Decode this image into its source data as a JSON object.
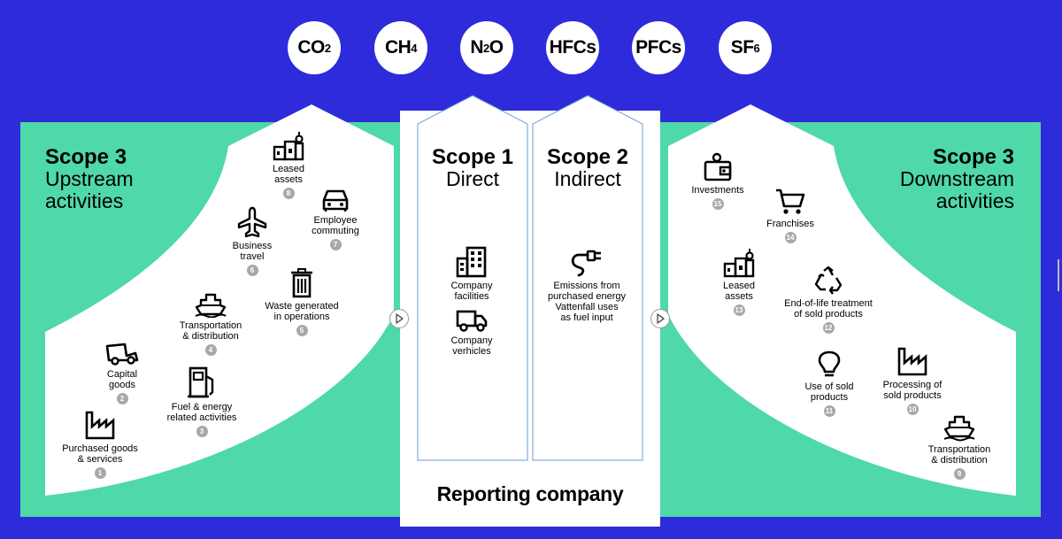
{
  "gases": [
    {
      "base": "CO",
      "sub": "2"
    },
    {
      "base": "CH",
      "sub": "4"
    },
    {
      "base": "N",
      "sub": "2",
      "rest": "O"
    },
    {
      "base": "HFCs",
      "sub": ""
    },
    {
      "base": "PFCs",
      "sub": ""
    },
    {
      "base": "SF",
      "sub": "6"
    }
  ],
  "scopes": {
    "upstream": {
      "title": "Scope 3",
      "line1": "Upstream",
      "line2": "activities"
    },
    "scope1": {
      "title": "Scope 1",
      "sub": "Direct"
    },
    "scope2": {
      "title": "Scope 2",
      "sub": "Indirect"
    },
    "downstream": {
      "title": "Scope 3",
      "line1": "Downstream",
      "line2": "activities"
    }
  },
  "upstream_items": [
    {
      "label1": "Purchased goods",
      "label2": "& services",
      "num": "1",
      "icon": "factory-icon"
    },
    {
      "label1": "Capital",
      "label2": "goods",
      "num": "2",
      "icon": "truck-icon"
    },
    {
      "label1": "Fuel & energy",
      "label2": "related activities",
      "num": "3",
      "icon": "fuel-pump-icon"
    },
    {
      "label1": "Transportation",
      "label2": "& distribution",
      "num": "4",
      "icon": "ship-icon"
    },
    {
      "label1": "Waste generated",
      "label2": "in operations",
      "num": "5",
      "icon": "trash-icon"
    },
    {
      "label1": "Business",
      "label2": "travel",
      "num": "6",
      "icon": "airplane-icon"
    },
    {
      "label1": "Employee",
      "label2": "commuting",
      "num": "7",
      "icon": "car-icon"
    },
    {
      "label1": "Leased",
      "label2": "assets",
      "num": "8",
      "icon": "buildings-icon"
    }
  ],
  "scope1_items": [
    {
      "label1": "Company",
      "label2": "facilities",
      "icon": "building-icon"
    },
    {
      "label1": "Company",
      "label2": "verhicles",
      "icon": "truck-icon"
    }
  ],
  "scope2_items": [
    {
      "label1": "Emissions from",
      "label2": "purchased energy",
      "label3": "Vattenfall uses",
      "label4": "as fuel input",
      "icon": "plug-icon"
    }
  ],
  "downstream_items": [
    {
      "label1": "Transportation",
      "label2": "& distribution",
      "num": "9",
      "icon": "ship-icon"
    },
    {
      "label1": "Processing of",
      "label2": "sold products",
      "num": "10",
      "icon": "factory-icon"
    },
    {
      "label1": "Use of sold",
      "label2": "products",
      "num": "11",
      "icon": "lightbulb-icon"
    },
    {
      "label1": "End-of-life treatment",
      "label2": "of sold products",
      "num": "12",
      "icon": "recycle-icon"
    },
    {
      "label1": "Leased",
      "label2": "assets",
      "num": "13",
      "icon": "buildings-icon"
    },
    {
      "label1": "Franchises",
      "label2": "",
      "num": "14",
      "icon": "cart-icon"
    },
    {
      "label1": "Investments",
      "label2": "",
      "num": "15",
      "icon": "wallet-icon"
    }
  ],
  "reporting_company": "Reporting company",
  "colors": {
    "background": "#2e2bdb",
    "panel": "#4fd8a8",
    "card": "#ffffff",
    "scope_border": "#6a9ed6"
  }
}
